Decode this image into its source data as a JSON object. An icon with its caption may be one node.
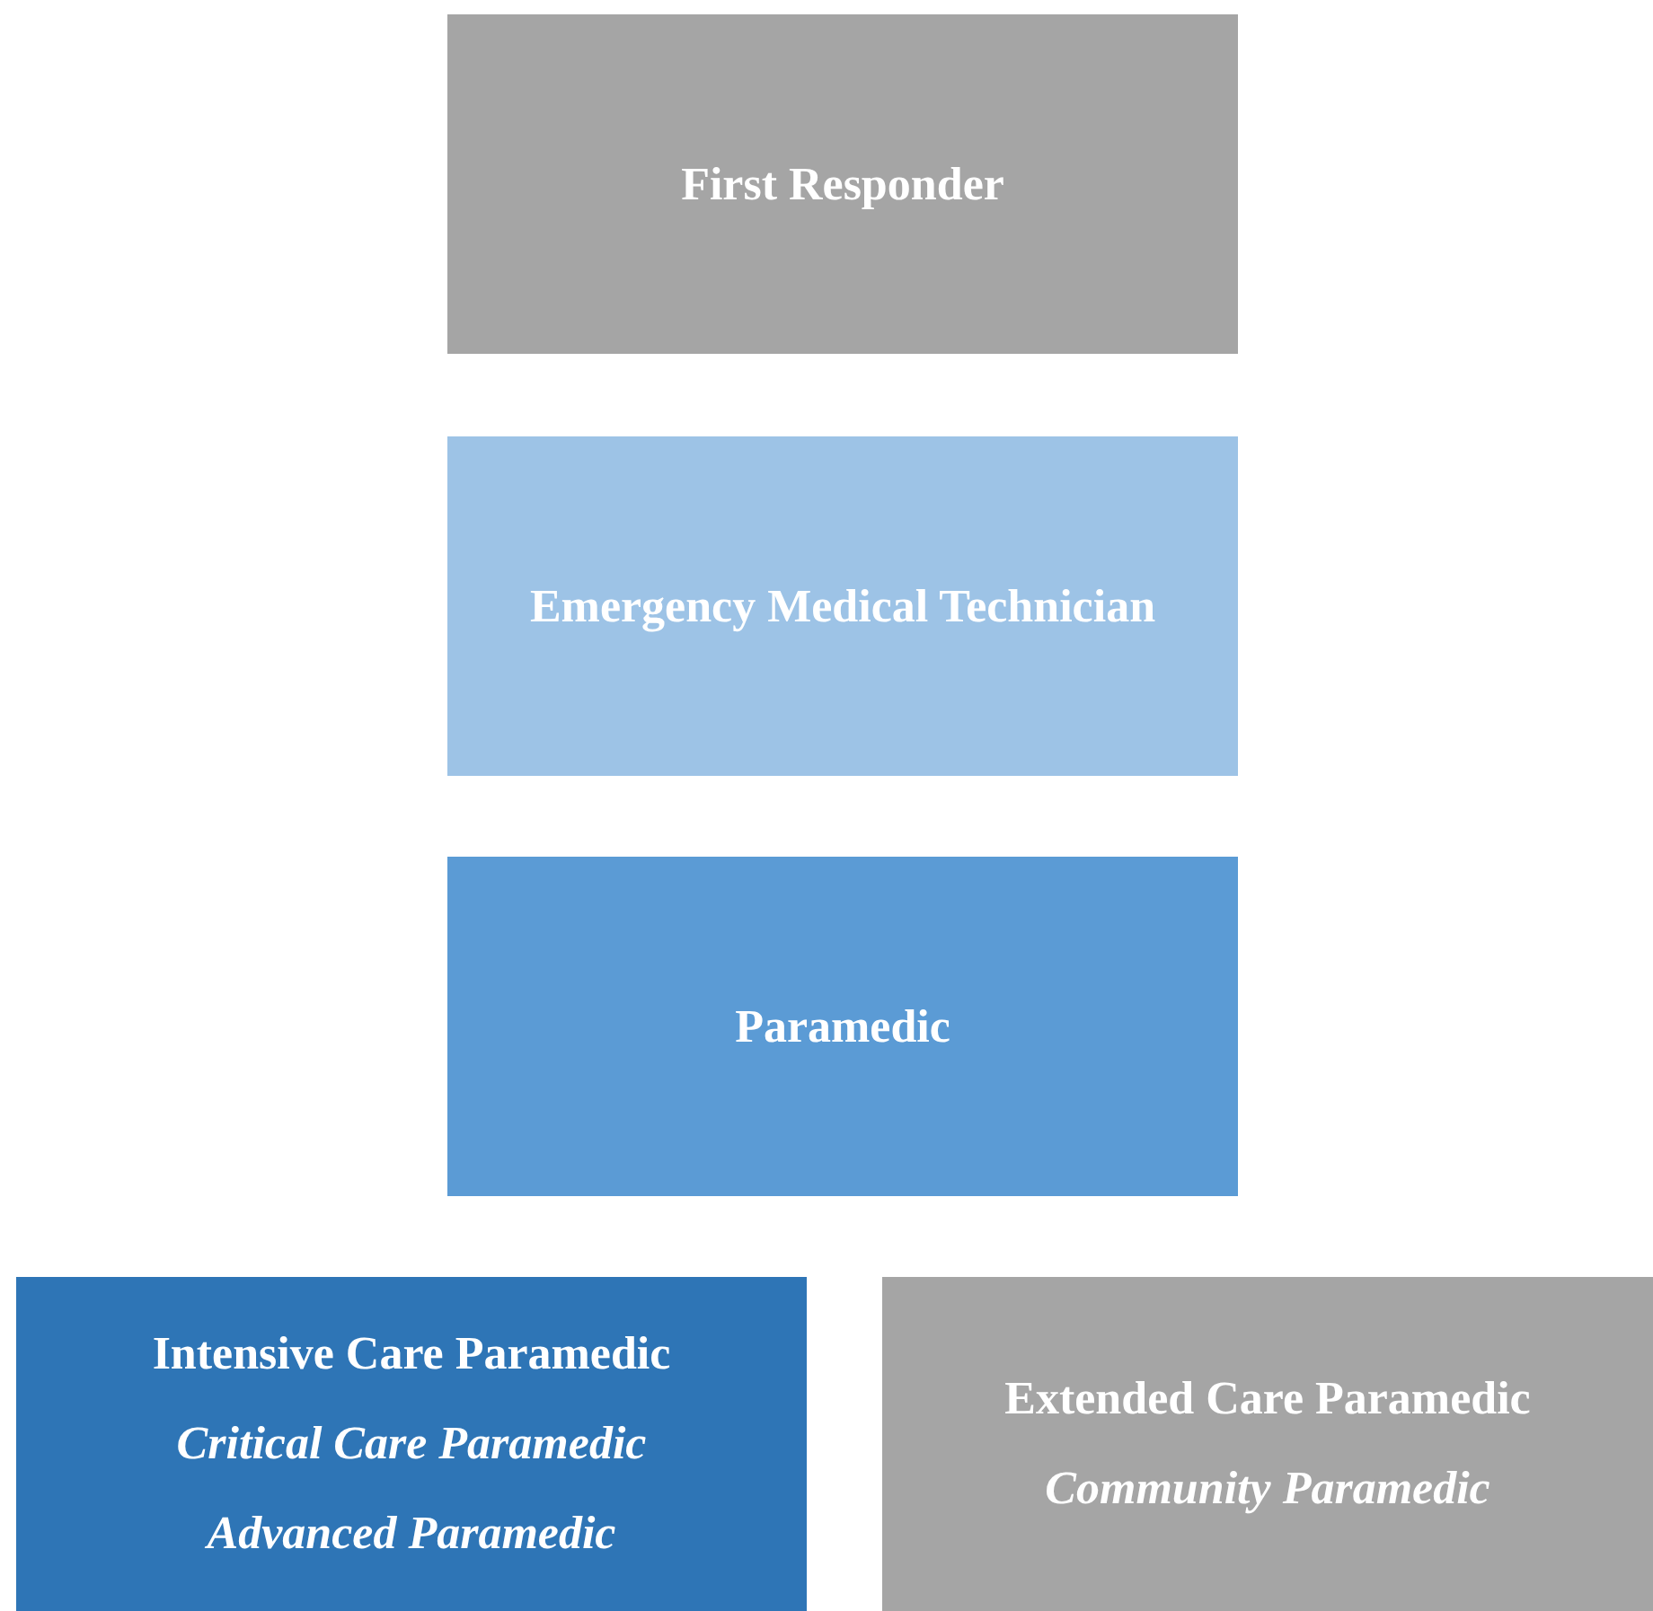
{
  "diagram": {
    "nodes": [
      {
        "text": [
          "First Responder"
        ]
      },
      {
        "text": [
          "Emergency Medical Technician"
        ]
      },
      {
        "text": [
          "Paramedic"
        ]
      },
      {
        "text": [
          "Intensive Care Paramedic",
          "Critical Care Paramedic",
          "Advanced Paramedic"
        ]
      },
      {
        "text": [
          "Extended Care Paramedic",
          "Community Paramedic"
        ]
      }
    ]
  }
}
